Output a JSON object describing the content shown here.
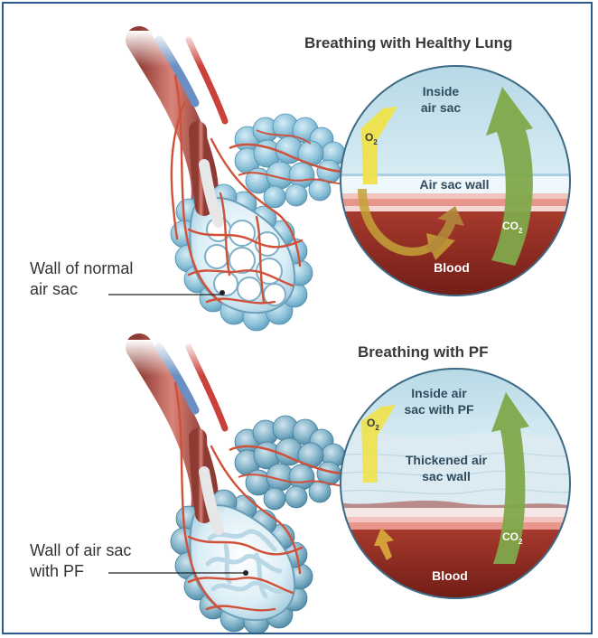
{
  "panel1": {
    "title": "Breathing with Healthy Lung",
    "callout": {
      "line1": "Wall of normal",
      "line2": "air sac"
    },
    "circle": {
      "inside": {
        "line1": "Inside",
        "line2": "air sac"
      },
      "wall": "Air sac wall",
      "o2": {
        "base": "O",
        "sub": "2"
      },
      "co2": {
        "base": "CO",
        "sub": "2"
      },
      "blood": "Blood"
    }
  },
  "panel2": {
    "title": "Breathing with PF",
    "callout": {
      "line1": "Wall of air sac",
      "line2": "with PF"
    },
    "circle": {
      "inside": {
        "line1": "Inside air",
        "line2": "sac with PF"
      },
      "wall": {
        "line1": "Thickened air",
        "line2": "sac wall"
      },
      "o2": {
        "base": "O",
        "sub": "2"
      },
      "co2": {
        "base": "CO",
        "sub": "2"
      },
      "blood": "Blood"
    }
  },
  "colors": {
    "frame": "#2b5b8f",
    "air": "#c9e3ee",
    "blood": "#8c2a22",
    "vessel": "#d0513a",
    "alveoli": "#8fc3da",
    "o2_arrow": "#efe24a",
    "co2_arrow": "#7fa84a"
  },
  "icons": [
    "lung-airway-illustration",
    "alveolus-cross-section-circle"
  ]
}
